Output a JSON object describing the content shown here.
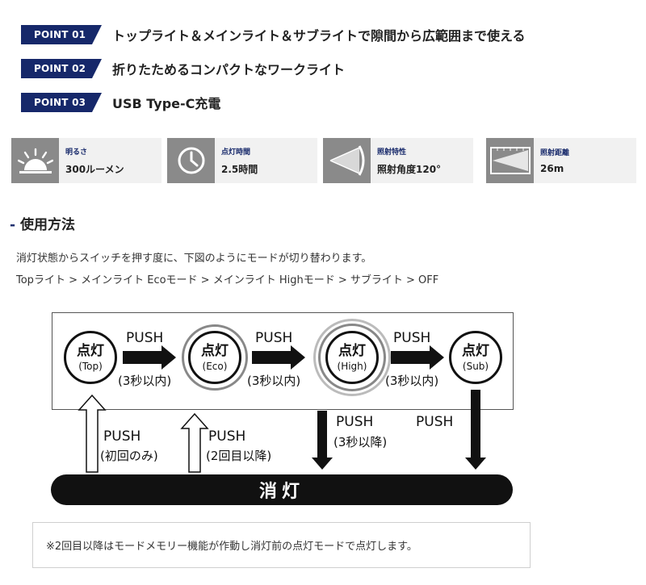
{
  "points": [
    {
      "tag": "POINT 01",
      "text": "トップライト＆メインライト＆サブライトで隙間から広範囲まで使える"
    },
    {
      "tag": "POINT 02",
      "text": "折りたためるコンパクトなワークライト"
    },
    {
      "tag": "POINT 03",
      "text": "USB Type-C充電"
    }
  ],
  "specs": [
    {
      "label": "明るさ",
      "value": "300ルーメン",
      "icon": "sun-icon"
    },
    {
      "label": "点灯時間",
      "value": "2.5時間",
      "icon": "clock-icon"
    },
    {
      "label": "照射特性",
      "value": "照射角度120°",
      "icon": "beam-angle-icon"
    },
    {
      "label": "照射距離",
      "value": "26m",
      "icon": "distance-icon"
    }
  ],
  "usage": {
    "title": "使用方法",
    "line1": "消灯状態からスイッチを押す度に、下図のようにモードが切り替わります。",
    "line2": "Topライト > メインライト Ecoモード > メインライト Highモード > サブライト > OFF"
  },
  "diagram": {
    "modes": [
      {
        "main": "点灯",
        "sub": "(Top)"
      },
      {
        "main": "点灯",
        "sub": "(Eco)"
      },
      {
        "main": "点灯",
        "sub": "(High)"
      },
      {
        "main": "点灯",
        "sub": "(Sub)"
      }
    ],
    "push": "PUSH",
    "hold": "(3秒以内)",
    "hold_off": "(3秒以降)",
    "first": "(初回のみ)",
    "second": "(2回目以降)",
    "off": "消灯"
  },
  "note": "※2回目以降はモードメモリー機能が作動し消灯前の点灯モードで点灯します。"
}
